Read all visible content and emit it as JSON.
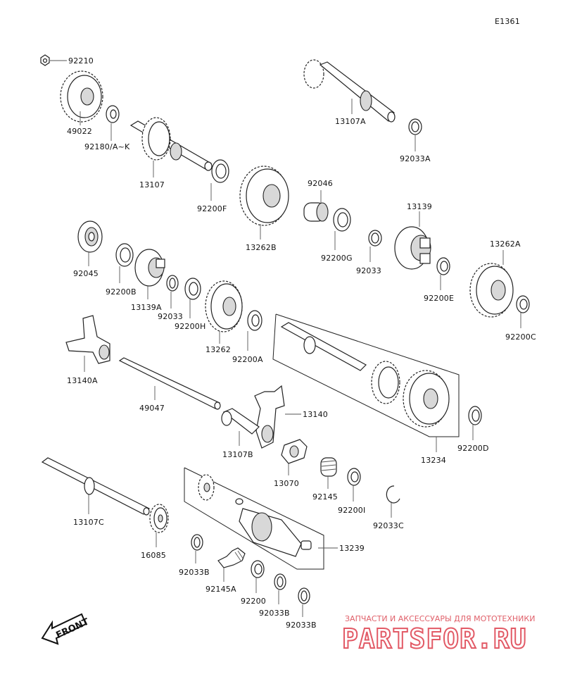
{
  "diagram_code": "E1361",
  "labels": {
    "p92210": "92210",
    "p49022": "49022",
    "p92180": "92180/A~K",
    "p13107": "13107",
    "p13107A": "13107A",
    "p92033A": "92033A",
    "p92200F": "92200F",
    "p13262B": "13262B",
    "p92046": "92046",
    "p92200G": "92200G",
    "p92033": "92033",
    "p13139": "13139",
    "p92200E": "92200E",
    "p13262A": "13262A",
    "p92200C": "92200C",
    "p92045": "92045",
    "p92200B": "92200B",
    "p13139A": "13139A",
    "p92033b": "92033",
    "p92200H": "92200H",
    "p13262": "13262",
    "p92200A": "92200A",
    "p13140A": "13140A",
    "p49047": "49047",
    "p13140": "13140",
    "p13107B": "13107B",
    "p13070": "13070",
    "p13234": "13234",
    "p92200D": "92200D",
    "p13107C": "13107C",
    "p16085": "16085",
    "p92145": "92145",
    "p92200I": "92200I",
    "p92033C": "92033C",
    "p13239": "13239",
    "p92033B_1": "92033B",
    "p92145A": "92145A",
    "p92200": "92200",
    "p92033B_2": "92033B",
    "p92033B_3": "92033B"
  },
  "front_arrow": "FRONT",
  "watermark": {
    "tagline": "ЗАПЧАСТИ И АКСЕССУАРЫ ДЛЯ МОТОТЕХНИКИ",
    "brand": "PARTSFOR.RU"
  }
}
